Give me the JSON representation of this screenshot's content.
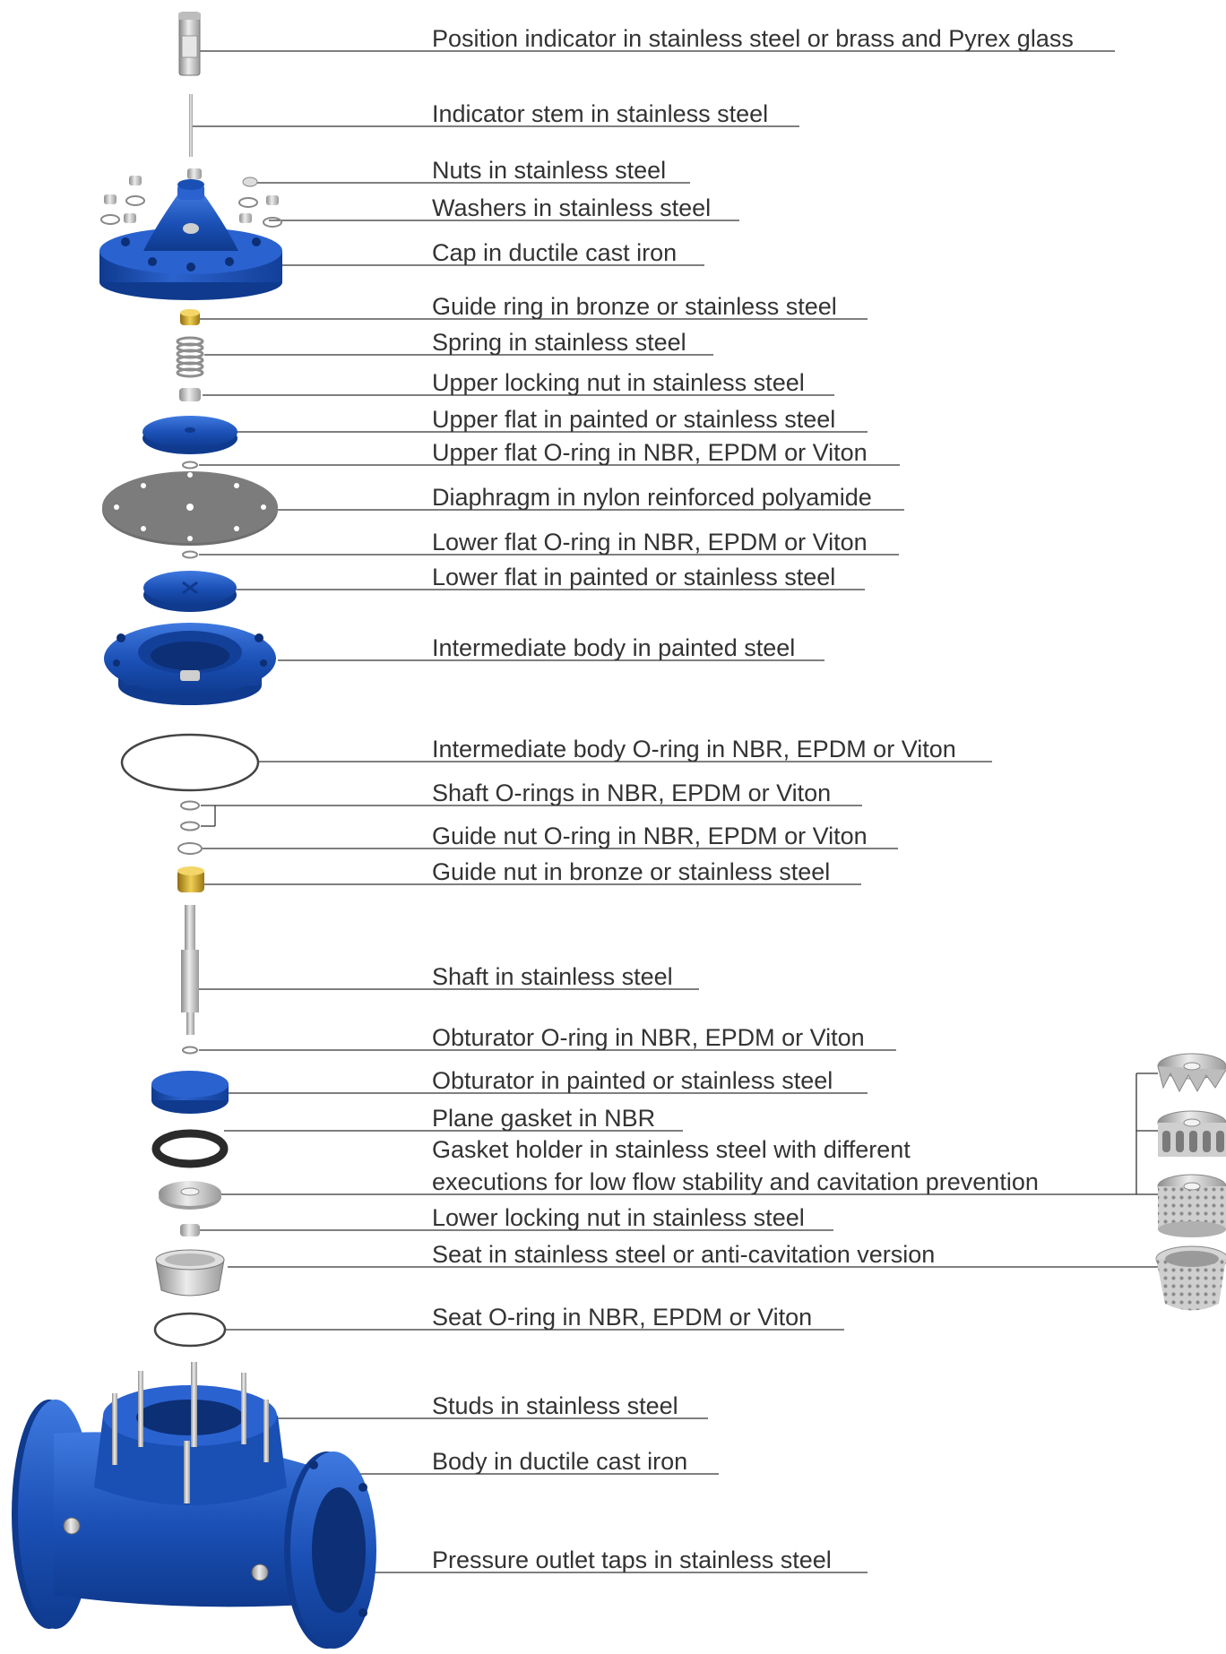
{
  "colors": {
    "valve_blue": "#1a4fb4",
    "valve_blue_dark": "#0f3a8e",
    "steel": "#c8c8c8",
    "bronze": "#c9a227",
    "line": "#333333"
  },
  "labels": {
    "position_indicator": "Position indicator in stainless steel or brass and Pyrex glass",
    "indicator_stem": "Indicator stem in stainless steel",
    "nuts": "Nuts in stainless steel",
    "washers": "Washers in stainless steel",
    "cap": "Cap in ductile cast iron",
    "guide_ring": "Guide ring in bronze or stainless steel",
    "spring": "Spring in stainless steel",
    "upper_locking_nut": "Upper locking nut in stainless steel",
    "upper_flat": "Upper flat in painted or stainless steel",
    "upper_flat_oring": "Upper flat O-ring in NBR, EPDM or Viton",
    "diaphragm": "Diaphragm in nylon reinforced polyamide",
    "lower_flat_oring": "Lower flat O-ring in NBR, EPDM or Viton",
    "lower_flat": "Lower flat in painted or stainless steel",
    "intermediate_body": "Intermediate body in painted steel",
    "intermediate_body_oring": "Intermediate body O-ring in NBR, EPDM or Viton",
    "shaft_orings": "Shaft O-rings in NBR, EPDM or Viton",
    "guide_nut_oring": "Guide nut O-ring in NBR, EPDM or Viton",
    "guide_nut": "Guide nut in bronze or stainless steel",
    "shaft": "Shaft in stainless steel",
    "obturator_oring": "Obturator O-ring in NBR, EPDM or Viton",
    "obturator": "Obturator in painted or stainless steel",
    "plane_gasket": "Plane gasket in NBR",
    "gasket_holder_line1": "Gasket holder in stainless steel with different",
    "gasket_holder_line2": "executions for low flow stability and cavitation prevention",
    "lower_locking_nut": "Lower locking nut in stainless steel",
    "seat": "Seat in stainless steel or anti-cavitation version",
    "seat_oring": "Seat O-ring in NBR, EPDM or Viton",
    "studs": "Studs in stainless steel",
    "body": "Body in ductile cast iron",
    "pressure_taps": "Pressure outlet taps in stainless steel"
  }
}
